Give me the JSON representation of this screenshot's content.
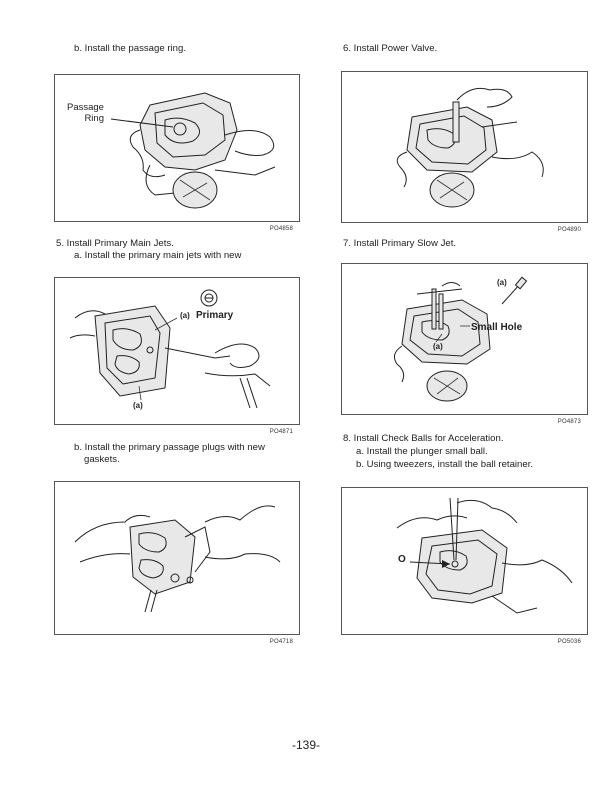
{
  "left_column": {
    "step_4b": "b. Install the passage ring.",
    "fig1": {
      "callout": [
        "Passage",
        "Ring"
      ],
      "code": "PO4858"
    },
    "step_5": "5.   Install Primary Main Jets.",
    "step_5a": "a. Install the primary main jets with new",
    "fig2": {
      "callout_a1": "(a)",
      "callout_primary": "Primary",
      "callout_a2": "(a)",
      "code": "PO4871"
    },
    "step_5b_line1": "b. Install the primary passage plugs with new",
    "step_5b_line2": "gaskets.",
    "fig3": {
      "code": "PO4718"
    }
  },
  "right_column": {
    "step_6": "6.   Install Power Valve.",
    "fig4": {
      "code": "PO4890"
    },
    "step_7": "7.  Install Primary Slow Jet.",
    "fig5": {
      "callout_a1": "(a)",
      "callout_hole": "Small Hole",
      "callout_a2": "(a)",
      "code": "PO4873"
    },
    "step_8": "8.  Install Check Balls for Acceleration.",
    "step_8a": "a. Install the plunger small ball.",
    "step_8b": "b. Using tweezers, install the ball retainer.",
    "fig6": {
      "callout_o": "O",
      "code": "PO5036"
    }
  },
  "page_number": "-139-"
}
